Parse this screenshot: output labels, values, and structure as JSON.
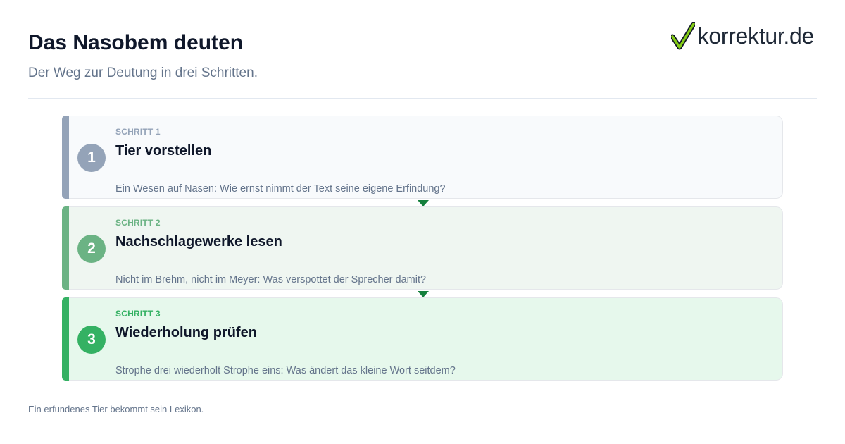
{
  "header": {
    "title": "Das Nasobem deuten",
    "subtitle": "Der Weg zur Deutung in drei Schritten."
  },
  "logo": {
    "text": "korrektur.de",
    "icon": "checkmark-icon",
    "check_color": "#84cc16"
  },
  "steps": [
    {
      "kicker": "SCHRITT 1",
      "number": "1",
      "title": "Tier vorstellen",
      "description": "Ein Wesen auf Nasen: Wie ernst nimmt der Text seine eigene Erfindung?",
      "accent": "#94a3b8",
      "background": "#f8fafc"
    },
    {
      "kicker": "SCHRITT 2",
      "number": "2",
      "title": "Nachschlagewerke lesen",
      "description": "Nicht im Brehm, nicht im Meyer: Was verspottet der Sprecher damit?",
      "accent": "#6bb384",
      "background": "#eff6f1"
    },
    {
      "kicker": "SCHRITT 3",
      "number": "3",
      "title": "Wiederholung prüfen",
      "description": "Strophe drei wiederholt Strophe eins: Was ändert das kleine Wort seitdem?",
      "accent": "#34b163",
      "background": "#e6f8ec"
    }
  ],
  "connector_color": "#15803d",
  "footer": {
    "text": "Ein erfundenes Tier bekommt sein Lexikon."
  }
}
